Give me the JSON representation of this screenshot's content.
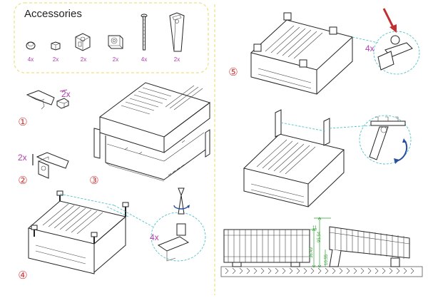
{
  "accessories": {
    "title": "Accessories",
    "items": [
      {
        "name": "rubber-foot",
        "qty": "4x"
      },
      {
        "name": "nut",
        "qty": "2x"
      },
      {
        "name": "foot-block",
        "qty": "2x"
      },
      {
        "name": "square-foot",
        "qty": "2x"
      },
      {
        "name": "screw",
        "qty": "4x"
      },
      {
        "name": "tilt-stand",
        "qty": "2x"
      }
    ]
  },
  "steps": {
    "s1": {
      "num": "①",
      "qty": "2x"
    },
    "s2": {
      "num": "②",
      "qty": "2x"
    },
    "s3": {
      "num": "③"
    },
    "s4": {
      "num": "④",
      "qty": "4x"
    },
    "s5": {
      "num": "⑤",
      "qty": "4x"
    }
  },
  "dimensions": {
    "d1": "95.54",
    "d2": "36.49",
    "d3": "10.55",
    "d4": "11"
  },
  "colors": {
    "qty_magenta": "#b040b0",
    "step_red": "#d04040",
    "guide_cyan": "#4fc3c8",
    "accessory_border": "#f0e080",
    "dim_green": "#30a030",
    "arrow_red": "#c03030",
    "rotate_blue": "#2a4fa0"
  }
}
